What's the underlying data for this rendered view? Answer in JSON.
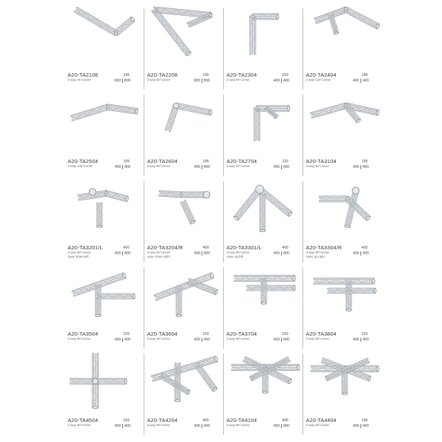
{
  "catalog": {
    "rows": [
      [
        {
          "code": "A20-TA2108",
          "desc": "2-way 45°corner",
          "dim_top": "195",
          "dim_left": "800",
          "dim_right": "800",
          "shape": "v45"
        },
        {
          "code": "A20-TA2208",
          "desc": "2-way 60°corner",
          "dim_top": "195",
          "dim_left": "800",
          "dim_right": "800",
          "shape": "v60"
        },
        {
          "code": "A20-TA2304",
          "desc": "2-way 90°corner",
          "dim_top": "220",
          "dim_left": "400",
          "dim_right": "400",
          "shape": "l90"
        },
        {
          "code": "A20-TA2404",
          "desc": "2-way 120°corner",
          "dim_top": "195",
          "dim_left": "400",
          "dim_right": "400",
          "shape": "v120"
        }
      ],
      [
        {
          "code": "A20-TA2504",
          "desc": "2-way 135°corner",
          "dim_top": "195",
          "dim_left": "400",
          "dim_right": "400",
          "shape": "v135"
        },
        {
          "code": "A20-TA2604",
          "desc": "2-way 90°corner",
          "dim_top": "195",
          "dim_left": "400",
          "dim_right": "400",
          "shape": "l90b"
        },
        {
          "code": "A20-TA2704",
          "desc": "2-way 90°corner",
          "dim_top": "220",
          "dim_left": "400",
          "dim_right": "400",
          "shape": "l90c"
        },
        {
          "code": "A20-TA3104",
          "desc": "3-way 90°corner",
          "dim_top": "195",
          "dim_left": "400",
          "dim_right": "400",
          "shape": "t3"
        }
      ],
      [
        {
          "code": "A20-TA3201/L",
          "desc": "3-way 90°corner\nApex down,left",
          "dim_top": "400",
          "dim_left": "400",
          "dim_right": "400",
          "shape": "c3a"
        },
        {
          "code": "A20-TA3204/R",
          "desc": "3-way 90°corner\nApex down,right",
          "dim_top": "400",
          "dim_left": "400",
          "dim_right": "400",
          "shape": "c3b"
        },
        {
          "code": "A20-TA3301/L",
          "desc": "3-way 90°corner\nApex up,left",
          "dim_top": "400",
          "dim_left": "400",
          "dim_right": "400",
          "shape": "c3c"
        },
        {
          "code": "A20-TA3304/R",
          "desc": "3-way 90°corner\nApex up,right",
          "dim_top": "400",
          "dim_left": "400",
          "dim_right": "400",
          "shape": "c3d"
        }
      ],
      [
        {
          "code": "A20-TA3504",
          "desc": "3-way 90°corner",
          "dim_top": "220",
          "dim_left": "400",
          "dim_right": "400",
          "shape": "t3a"
        },
        {
          "code": "A20-TA3604",
          "desc": "3-way 90°corner",
          "dim_top": "220",
          "dim_left": "400",
          "dim_right": "400",
          "shape": "t3b"
        },
        {
          "code": "A20-TA3704",
          "desc": "3-way 90°corner",
          "dim_top": "220",
          "dim_left": "400",
          "dim_right": "400",
          "shape": "t3c"
        },
        {
          "code": "A20-TA3804",
          "desc": "3-way 90°corner",
          "dim_top": "220",
          "dim_left": "400",
          "dim_right": "400",
          "shape": "t3d"
        }
      ],
      [
        {
          "code": "A20-TA4504",
          "desc": "4-way 90°corner",
          "dim_top": "220",
          "dim_left": "400",
          "dim_right": "400",
          "shape": "x4a"
        },
        {
          "code": "A20-TA4204",
          "desc": "4-way 90°corner",
          "dim_top": "400",
          "dim_left": "400",
          "dim_right": "400",
          "shape": "x4b"
        },
        {
          "code": "A20-TA4104",
          "desc": "4-way 90°corner",
          "dim_top": "400",
          "dim_left": "400",
          "dim_right": "400",
          "shape": "x4c"
        },
        {
          "code": "A20-TA4404",
          "desc": "4-way 90°corner",
          "dim_top": "195",
          "dim_left": "400",
          "dim_right": "400",
          "shape": "x4d"
        }
      ]
    ]
  },
  "colors": {
    "truss_light": "#e4e7ea",
    "truss_mid": "#b9bec4",
    "truss_dark": "#7d848b",
    "line": "#b8b8b8"
  }
}
